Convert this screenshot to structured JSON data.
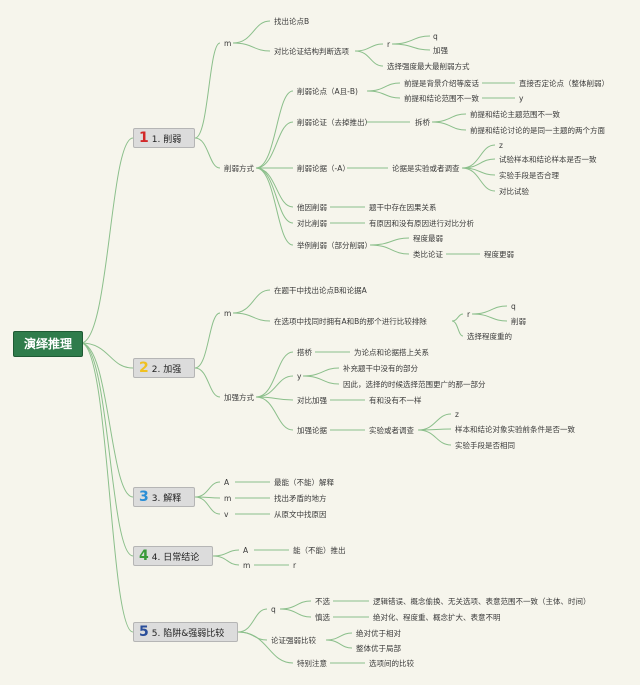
{
  "root": "演绎推理",
  "colors": {
    "background": "#f6f5ec",
    "line": "#8bbf8b",
    "root_bg": "#2f7c4b",
    "branch_bg": "#dcdcdc",
    "num1": "#d22828",
    "num2": "#f0c020",
    "num3": "#2a8ed6",
    "num4": "#3a9a3a",
    "num5": "#2a4e9a"
  },
  "branches": {
    "b1": {
      "num": "1",
      "label": "1. 削弱"
    },
    "b2": {
      "num": "2",
      "label": "2. 加强"
    },
    "b3": {
      "num": "3",
      "label": "3. 解释"
    },
    "b4": {
      "num": "4",
      "label": "4. 日常结论"
    },
    "b5": {
      "num": "5",
      "label": "5. 陷阱&强弱比较"
    }
  },
  "b1": {
    "m": "m",
    "find": "找出论点B",
    "compare": "对比论证结构判断选项",
    "r": "r",
    "q": "q",
    "strengthen": "加强",
    "choose": "选择强度最大最削弱方式",
    "ways": "削弱方式",
    "w1": "削弱论点（A且-B)",
    "w1a": "前提是背景介绍等废话",
    "w1a1": "直接否定论点（整体削弱）",
    "w1b": "前提和结论范围不一致",
    "w1b1": "y",
    "w2": "削弱论证（去掉推出）",
    "w2a": "拆桥",
    "w2a1": "前提和结论主题范围不一致",
    "w2a2": "前提和结论讨论的是同一主题的两个方面",
    "w3": "削弱论据（-A）",
    "w3a": "论据是实验或者调查",
    "w3a1": "z",
    "w3a2": "试验样本和结论样本是否一致",
    "w3a3": "实验手段是否合理",
    "w3a4": "对比试验",
    "w4": "他因削弱",
    "w4a": "题干中存在因果关系",
    "w5": "对比削弱",
    "w5a": "有原因和没有原因进行对比分析",
    "w6": "举例削弱（部分削弱）",
    "w6a": "程度最弱",
    "w6b": "类比论证",
    "w6b1": "程度更弱"
  },
  "b2": {
    "m": "m",
    "find": "在题干中找出论点B和论据A",
    "compare": "在选项中找同时拥有A和B的那个进行比较排除",
    "r": "r",
    "q": "q",
    "weaken": "削弱",
    "choose": "选择程度重的",
    "ways": "加强方式",
    "w1": "搭桥",
    "w1a": "为论点和论据搭上关系",
    "w2": "y",
    "w2a": "补充题干中没有的部分",
    "w2b": "因此，选择的时候选择范围更广的那一部分",
    "w3": "对比加强",
    "w3a": "有和没有不一样",
    "w4": "加强论据",
    "w4a": "实验或者调查",
    "w4a1": "z",
    "w4a2": "样本和结论对象实验前条件是否一致",
    "w4a3": "实验手段是否相同"
  },
  "b3": {
    "a": "A",
    "a1": "最能（不能）解释",
    "m": "m",
    "m1": "找出矛盾的地方",
    "v": "v",
    "v1": "从原文中找原因"
  },
  "b4": {
    "a": "A",
    "a1": "能（不能）推出",
    "m": "m",
    "m1": "r"
  },
  "b5": {
    "q": "q",
    "q1": "不选",
    "q1a": "逻辑错误、概念偷换、无关选项、表意范围不一致（主体、时间）",
    "q2": "慎选",
    "q2a": "绝对化、程度重、概念扩大、表意不明",
    "c": "论证强弱比较",
    "c1": "绝对优于相对",
    "c2": "整体优于局部",
    "s": "特别注意",
    "s1": "选项间的比较"
  }
}
